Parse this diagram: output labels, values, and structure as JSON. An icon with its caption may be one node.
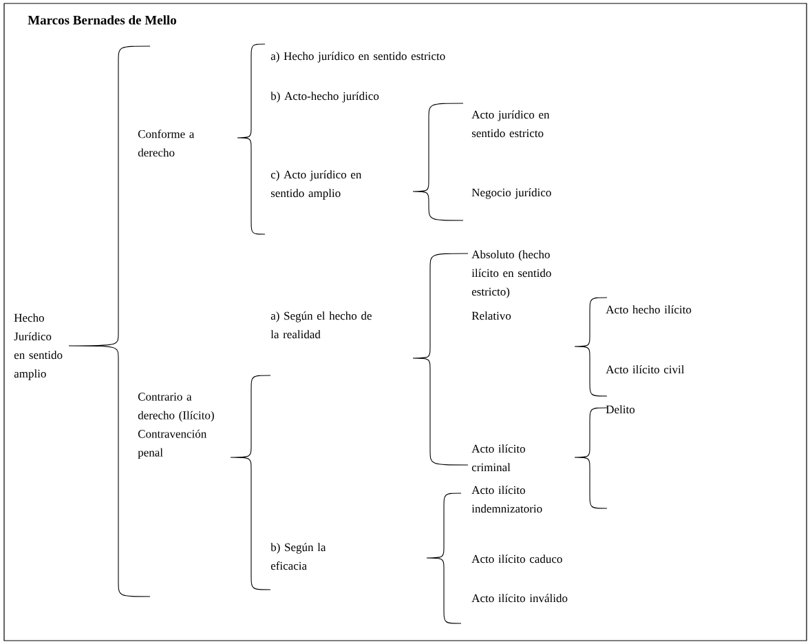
{
  "diagram": {
    "title": "Marcos Bernades de Mello",
    "labels": [
      "Hecho Jurídico en sentido amplio",
      "Conforme a derecho",
      "a) Hecho jurídico en sentido estricto",
      "b) Acto-hecho jurídico",
      "c) Acto jurídico en sentido amplio",
      "Acto jurídico en sentido estricto",
      "Negocio jurídico",
      "Contrario a derecho (Ilícito) Contravención penal",
      "a) Según el hecho de la realidad",
      "Absoluto (hecho ilícito en sentido estricto)",
      "Relativo",
      "Acto hecho ilícito",
      "Acto ilícito civil",
      "Acto ilícito criminal",
      "Delito",
      "b) Según la eficacia",
      "Acto ilícito indemnizatorio",
      "Acto ilícito caduco",
      "Acto ilícito inválido"
    ]
  }
}
